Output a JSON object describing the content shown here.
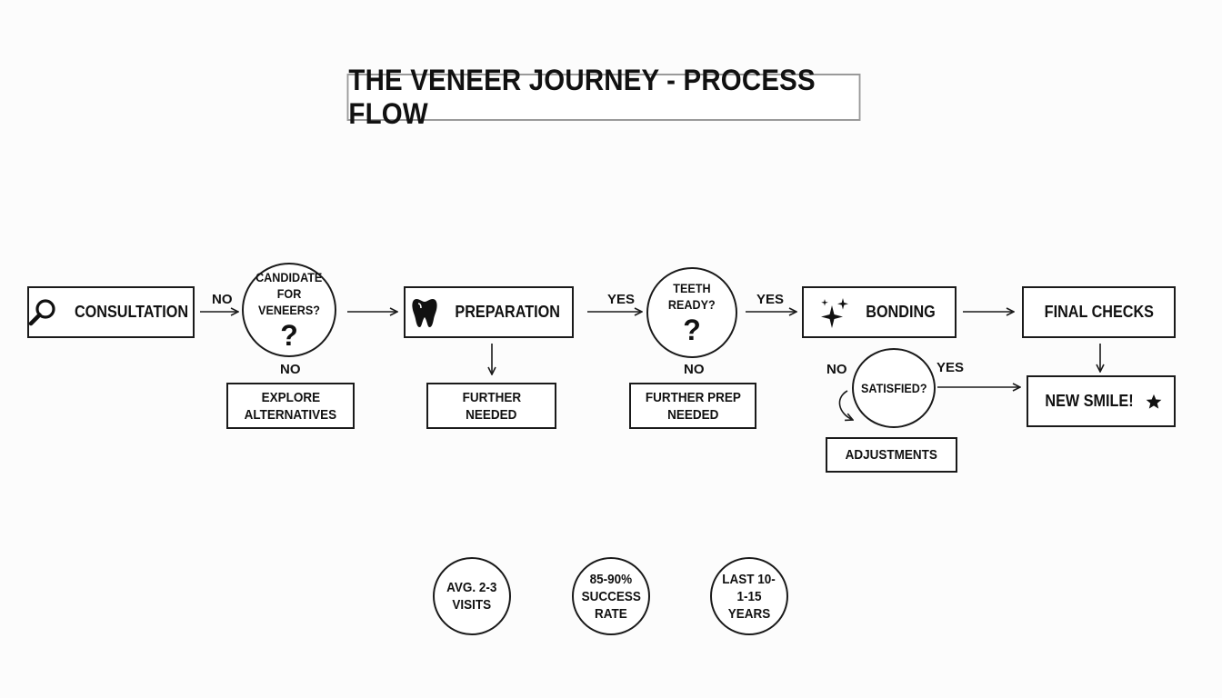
{
  "title": "THE VENEER JOURNEY - PROCESS FLOW",
  "nodes": {
    "consultation": {
      "label": "CONSULTATION",
      "icon": "magnifier-icon"
    },
    "candidate": {
      "line1": "CANDIDATE",
      "line2": "FOR VENEERS?",
      "mark": "?"
    },
    "explore": {
      "line1": "EXPLORE",
      "line2": "ALTERNATIVES"
    },
    "preparation": {
      "label": "PREPARATION",
      "icon": "tooth-icon"
    },
    "further_needed": {
      "line1": "FURTHER",
      "line2": "NEEDED"
    },
    "teeth_ready": {
      "line1": "TEETH",
      "line2": "READY?",
      "mark": "?"
    },
    "further_prep": {
      "line1": "FURTHER PREP",
      "line2": "NEEDED"
    },
    "bonding": {
      "label": "BONDING",
      "icon": "sparkle-icon"
    },
    "final_checks": {
      "label": "FINAL CHECKS"
    },
    "satisfied": {
      "label": "SATISFIED?"
    },
    "adjustments": {
      "label": "ADJUSTMENTS"
    },
    "new_smile": {
      "label": "NEW SMILE!",
      "icon": "star-icon"
    }
  },
  "edge_labels": {
    "consult_to_candidate": "NO",
    "candidate_down": "NO",
    "prep_to_teeth": "YES",
    "teeth_to_bonding": "YES",
    "teeth_down": "NO",
    "satisfied_no": "NO",
    "satisfied_yes": "YES"
  },
  "stats": [
    {
      "line1": "AVG. 2-3",
      "line2": "VISITS"
    },
    {
      "line1": "85-90%",
      "line2": "SUCCESS",
      "line3": "RATE"
    },
    {
      "line1": "LAST 10-",
      "line2": "1-15 YEARS"
    }
  ]
}
